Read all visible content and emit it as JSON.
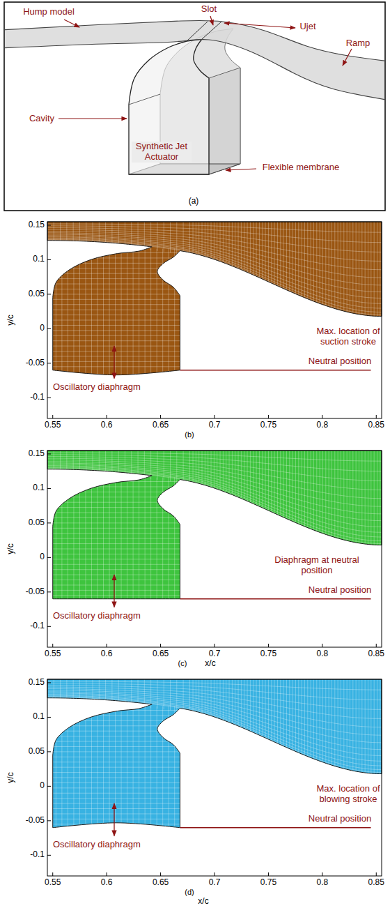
{
  "diagram": {
    "labels": [
      "Hump model",
      "Slot",
      "Ujet",
      "Ramp",
      "Cavity",
      "Synthetic Jet Actuator",
      "Flexible membrane",
      "(a)",
      "0.15",
      "0.1",
      "0.05",
      "0",
      "-0.05",
      "-0.1",
      "y/c",
      "0.55",
      "0.6",
      "0.65",
      "0.7",
      "0.75",
      "0.8",
      "0.85",
      "(b)",
      "Max. location of suction stroke",
      "Neutral position",
      "Oscillatory diaphragm",
      "0.15",
      "0.1",
      "0.05",
      "0",
      "-0.05",
      "-0.1",
      "y/c",
      "0.55",
      "0.6",
      "0.65",
      "0.7",
      "0.75",
      "0.8",
      "0.85",
      "(c)",
      "x/c",
      "Diaphragm at neutral position",
      "Neutral position",
      "Oscillatory diaphragm",
      "0.15",
      "0.1",
      "0.05",
      "0",
      "-0.05",
      "-0.1",
      "y/c",
      "0.55",
      "0.6",
      "0.65",
      "0.7",
      "0.75",
      "0.8",
      "0.85",
      "(d)",
      "x/c",
      "Max. location of blowing stroke",
      "Neutral position",
      "Oscillatory diaphragm"
    ]
  }
}
